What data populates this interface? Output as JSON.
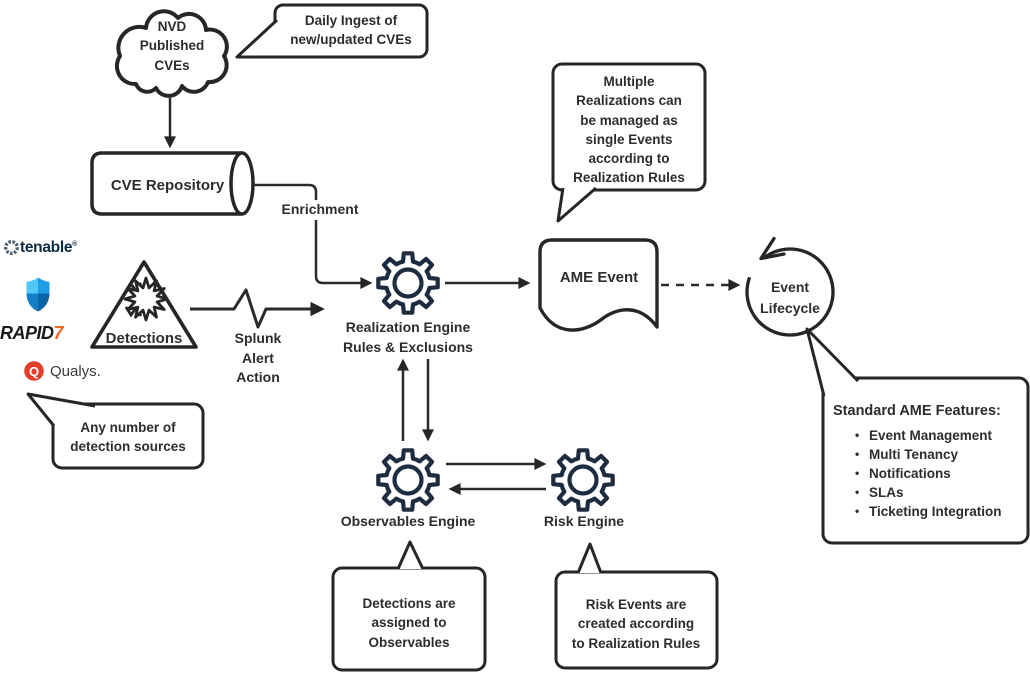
{
  "labels": {
    "cloud": "NVD\nPublished\nCVEs",
    "daily_ingest": "Daily Ingest of\nnew/updated CVEs",
    "cve_repository": "CVE Repository",
    "enrichment": "Enrichment",
    "detections": "Detections",
    "splunk": "Splunk\nAlert\nAction",
    "realization_engine": "Realization Engine\nRules & Exclusions",
    "ame_event": "AME Event",
    "event_lifecycle": "Event\nLifecycle",
    "observables_engine": "Observables Engine",
    "risk_engine": "Risk Engine"
  },
  "notes": {
    "multiple_realizations": "Multiple\nRealizations can\nbe managed as\nsingle Events\naccording to\nRealization Rules",
    "any_sources": "Any number of\ndetection sources",
    "detections_assigned": "Detections are\nassigned to\nObservables",
    "risk_events": "Risk Events are\ncreated according\nto Realization Rules"
  },
  "features": {
    "title": "Standard AME Features:",
    "bullet": "•",
    "items": [
      "Event Management",
      "Multi Tenancy",
      "Notifications",
      "SLAs",
      "Ticketing Integration"
    ]
  },
  "logos": {
    "tenable": "tenable",
    "tenable_mark": "®",
    "rapid": "RAPID",
    "seven": "7",
    "qualys_q": "Q",
    "qualys": "Qualys."
  },
  "colors": {
    "line": "#2a2a2a",
    "text": "#2d2d2d",
    "gear_navy": "#1e2c40",
    "tenable_navy": "#0c2b46",
    "rapid7_orange": "#f26722",
    "qualys_red": "#e43e2b",
    "defender_blues": [
      "#4fc8f8",
      "#1e9de6",
      "#147fc9",
      "#0b63a8"
    ]
  }
}
